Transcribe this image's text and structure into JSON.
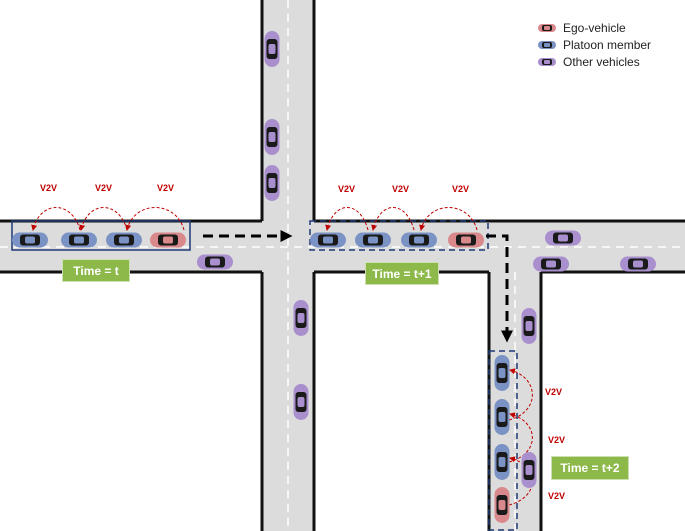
{
  "colors": {
    "ego": "#d9898b",
    "platoon": "#7b93c4",
    "other": "#a98fcd",
    "road": "#dcdcdc",
    "v2v": "#c00000",
    "time_box": "#8db84a"
  },
  "legend": [
    {
      "label": "Ego-vehicle",
      "color_key": "ego"
    },
    {
      "label": "Platoon member",
      "color_key": "platoon"
    },
    {
      "label": "Other vehicles",
      "color_key": "other"
    }
  ],
  "v2v_label": "V2V",
  "time_labels": {
    "t0": "Time = t",
    "t1": "Time = t+1",
    "t2": "Time = t+2"
  }
}
